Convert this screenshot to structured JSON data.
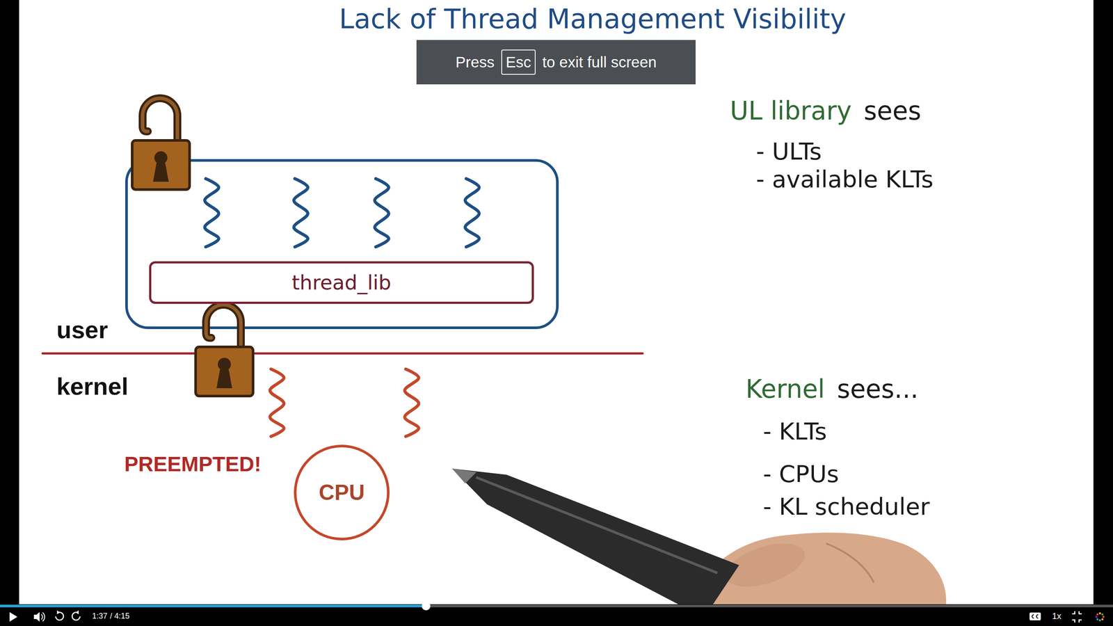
{
  "diagram": {
    "title": "Lack of Thread Management Visibility",
    "nodes": [
      {
        "text": [
          "Press",
          "to exit full screen"
        ]
      },
      {
        "text": [
          "Esc"
        ],
        "in": 0
      },
      {
        "text": [
          "thread_lib"
        ]
      },
      {
        "text": [
          "CPU"
        ]
      }
    ],
    "labels": [
      "user",
      "kernel",
      "PREEMPTED!",
      "UL library",
      "sees",
      "- ULTs",
      "- available KLTs",
      "Kernel",
      "sees...",
      "- KLTs",
      "- CPUs",
      "- KL scheduler",
      "1:37",
      "/ 4:15",
      "1x"
    ]
  }
}
